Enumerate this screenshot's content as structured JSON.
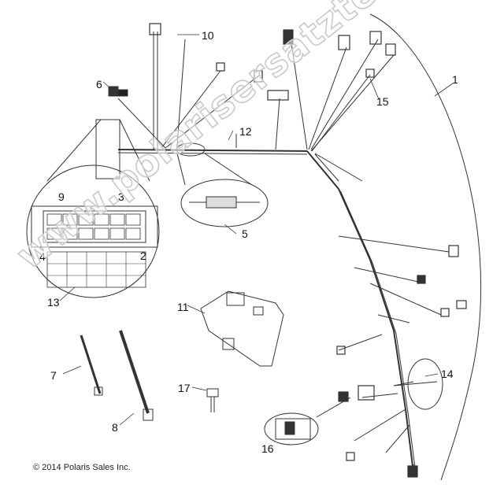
{
  "callouts": {
    "c10": "10",
    "c6": "6",
    "c12": "12",
    "c15": "15",
    "c1": "1",
    "c9": "9",
    "c3": "3",
    "c4": "4",
    "c2": "2",
    "c13": "13",
    "c5": "5",
    "c11": "11",
    "c14": "14",
    "c7": "7",
    "c8": "8",
    "c17": "17",
    "c16": "16"
  },
  "copyright": "© 2014 Polaris Sales Inc.",
  "watermark": "www.polarisersatzteile.de"
}
